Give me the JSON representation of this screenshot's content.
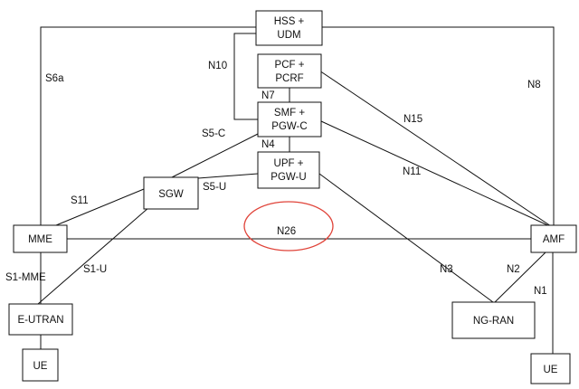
{
  "colors": {
    "line": "#111111",
    "box_fill": "#ffffff",
    "highlight": "#e0443a"
  },
  "nodes": {
    "hss_udm": {
      "line1": "HSS +",
      "line2": "UDM"
    },
    "pcf_pcrf": {
      "line1": "PCF +",
      "line2": "PCRF"
    },
    "smf_pgwc": {
      "line1": "SMF +",
      "line2": "PGW-C"
    },
    "upf_pgwu": {
      "line1": "UPF +",
      "line2": "PGW-U"
    },
    "sgw": "SGW",
    "mme": "MME",
    "amf": "AMF",
    "eutran": "E-UTRAN",
    "ngran": "NG-RAN",
    "ue_left": "UE",
    "ue_right": "UE"
  },
  "interfaces": {
    "s6a": "S6a",
    "n8": "N8",
    "n10": "N10",
    "n7": "N7",
    "n15": "N15",
    "s5c": "S5-C",
    "n4": "N4",
    "n11": "N11",
    "s5u": "S5-U",
    "s11": "S11",
    "n26": "N26",
    "s1mme": "S1-MME",
    "s1u": "S1-U",
    "n3": "N3",
    "n2": "N2",
    "n1": "N1"
  }
}
